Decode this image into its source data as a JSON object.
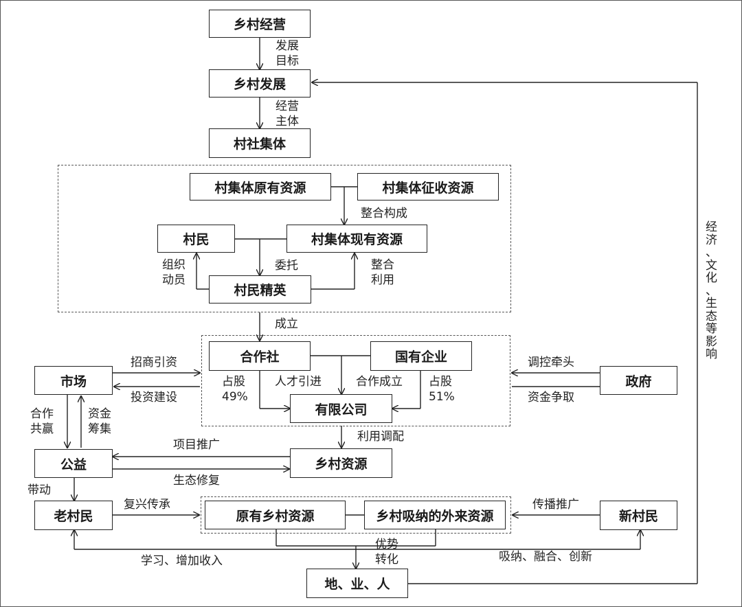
{
  "nodes": {
    "rural_operation": "乡村经营",
    "rural_development": "乡村发展",
    "village_collective": "村社集体",
    "original_resources": "村集体原有资源",
    "acquired_resources": "村集体征收资源",
    "villagers": "村民",
    "current_resources": "村集体现有资源",
    "village_elite": "村民精英",
    "cooperative": "合作社",
    "state_enterprise": "国有企业",
    "limited_company": "有限公司",
    "market": "市场",
    "government": "政府",
    "public_welfare": "公益",
    "rural_resources": "乡村资源",
    "old_villagers": "老村民",
    "original_rural_resources": "原有乡村资源",
    "absorbed_external_resources": "乡村吸纳的外来资源",
    "new_villagers": "新村民",
    "land_industry_people": "地、业、人"
  },
  "edge_labels": {
    "development_goal": "发展\n目标",
    "operating_subject": "经营\n主体",
    "integrate_form": "整合构成",
    "organize_mobilize": "组织\n动员",
    "entrust": "委托",
    "integrate_use": "整合\n利用",
    "establish": "成立",
    "talent_intro": "人才引进",
    "cooperation_formed": "合作成立",
    "share_49": "占股\n49%",
    "share_51": "占股\n51%",
    "attract_investment": "招商引资",
    "invest_build": "投资建设",
    "regulate_lead": "调控牵头",
    "fund_seek": "资金争取",
    "cooperate_win": "合作\n共赢",
    "fund_raise": "资金\n筹集",
    "utilize_allocate": "利用调配",
    "project_promotion": "项目推广",
    "eco_restoration": "生态修复",
    "drive": "带动",
    "revive_inherit": "复兴传承",
    "spread_promote": "传播推广",
    "advantage_transform": "优势\n转化",
    "learn_income": "学习、增加收入",
    "absorb_integrate_innovate": "吸纳、融合、创新",
    "feedback_influence": "经\n济\n、\n文\n化\n、\n生\n态\n等\n影\n响"
  }
}
